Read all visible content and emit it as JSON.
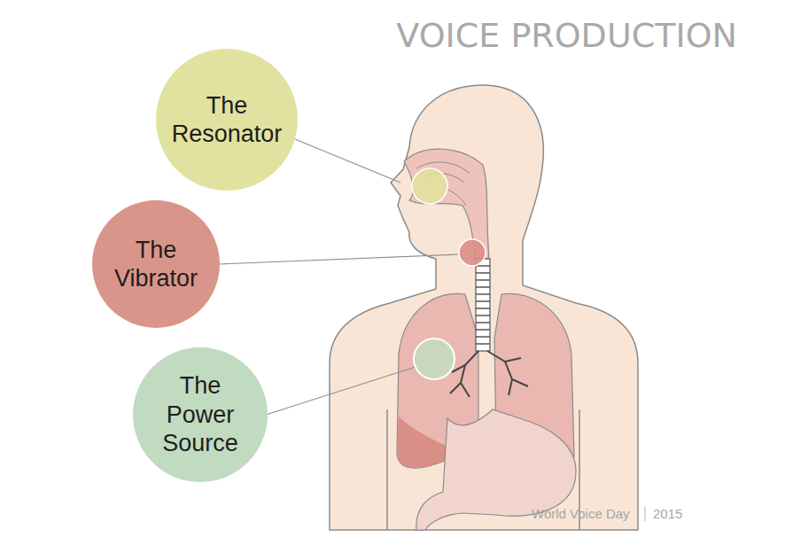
{
  "diagram": {
    "title": "VOICE PRODUCTION",
    "nodes": [
      {
        "text": [
          "The Resonator"
        ]
      },
      {
        "text": [
          "The Vibrator"
        ]
      },
      {
        "text": [
          "The Power Source"
        ]
      }
    ],
    "labels": [
      "World Voice Day",
      "2015"
    ]
  }
}
